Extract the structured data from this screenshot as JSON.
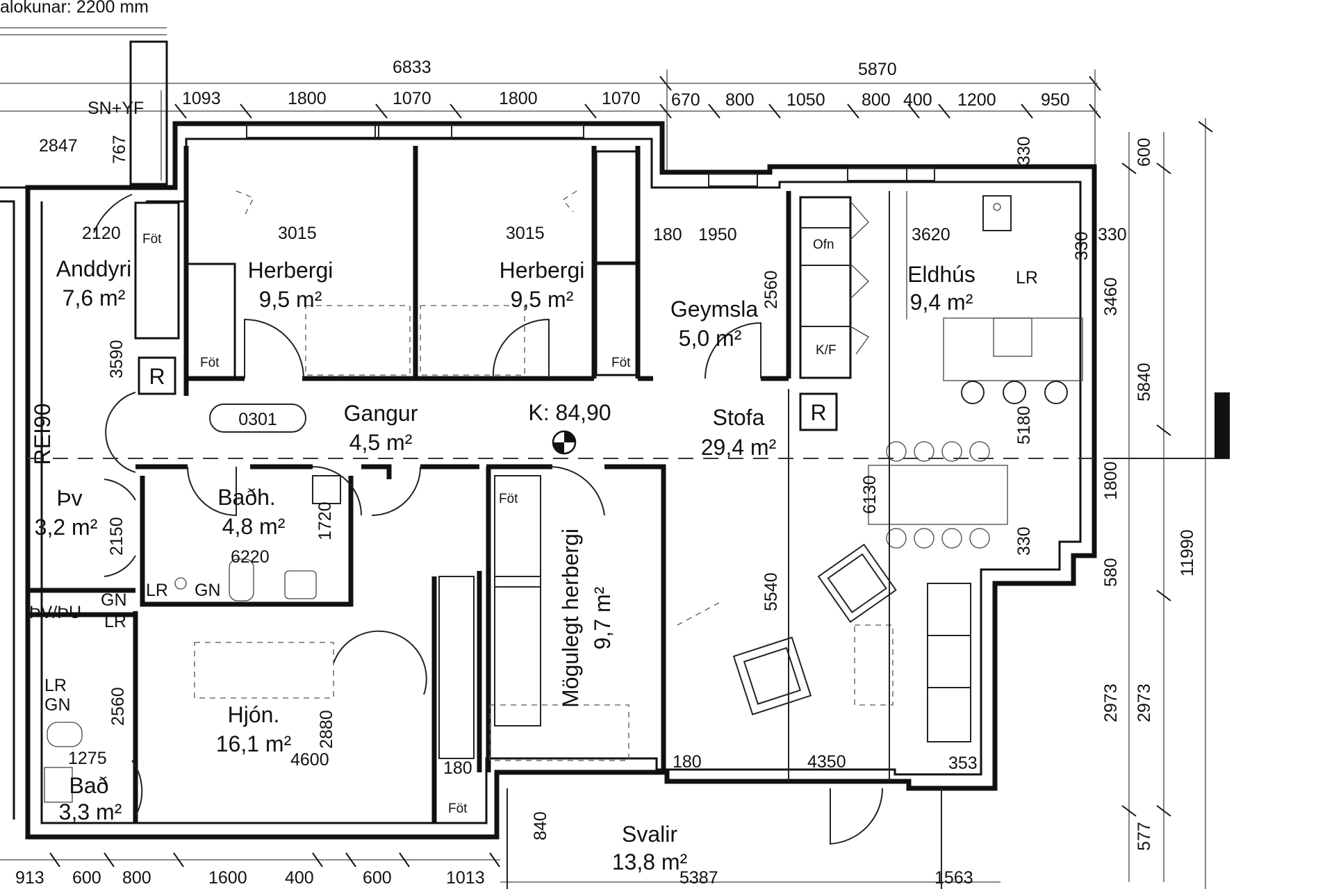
{
  "header_note": "alokunar: 2200 mm",
  "top_dimensions": {
    "overall": [
      "6833",
      "5870"
    ],
    "segments": [
      "1093",
      "1800",
      "1070",
      "1800",
      "1070",
      "670",
      "800",
      "1050",
      "800",
      "400",
      "1200",
      "950"
    ],
    "left_notes": [
      "SN+YF",
      "2847",
      "767"
    ]
  },
  "rooms": {
    "anddyri": {
      "name": "Anddyri",
      "area": "7,6 m²"
    },
    "herbergi1": {
      "name": "Herbergi",
      "area": "9,5 m²"
    },
    "herbergi2": {
      "name": "Herbergi",
      "area": "9,5 m²"
    },
    "geymsla": {
      "name": "Geymsla",
      "area": "5,0 m²"
    },
    "eldhus": {
      "name": "Eldhús",
      "area": "9,4 m²"
    },
    "gangur": {
      "name": "Gangur",
      "area": "4,5 m²"
    },
    "stofa": {
      "name": "Stofa",
      "area": "29,4 m²"
    },
    "thv": {
      "name": "Þv",
      "area": "3,2 m²"
    },
    "badh": {
      "name": "Baðh.",
      "area": "4,8 m²"
    },
    "hjon": {
      "name": "Hjón.",
      "area": "16,1 m²"
    },
    "bad": {
      "name": "Bað",
      "area": "3,3 m²"
    },
    "mogulegt": {
      "name": "Mögulegt herbergi",
      "area": "9,7 m²"
    },
    "svalir": {
      "name": "Svalir",
      "area": "13,8 m²"
    }
  },
  "labels": {
    "unit_id": "0301",
    "elevation": "K: 84,90",
    "fire_rating": "REI90",
    "riser1": "R",
    "riser2": "R",
    "fot": "Föt",
    "ofn": "Ofn",
    "kf": "K/F",
    "lr": "LR",
    "gn": "GN",
    "thv_thu": "ÞV/ÞU"
  },
  "inner_dimensions": {
    "d3015a": "3015",
    "d3015b": "3015",
    "d2120": "2120",
    "d180a": "180",
    "d1950": "1950",
    "d3620": "3620",
    "d330a": "330",
    "d330b": "330",
    "d2560a": "2560",
    "d3590": "3590",
    "d5180": "5180",
    "d6130": "6130",
    "d2150": "2150",
    "d1720": "1720",
    "d6220": "6220",
    "d5540": "5540",
    "d2880": "2880",
    "d4600": "4600",
    "d180b": "180",
    "d180c": "180",
    "d4350": "4350",
    "d353": "353",
    "d1275": "1275",
    "d2560b": "2560",
    "d840": "840",
    "d330c": "330"
  },
  "right_dimensions": [
    "600",
    "3460",
    "5840",
    "1800",
    "330",
    "580",
    "2973",
    "2973",
    "11990",
    "577"
  ],
  "bottom_dimensions": [
    "913",
    "600",
    "800",
    "1600",
    "400",
    "600",
    "1013",
    "5387",
    "1563"
  ]
}
